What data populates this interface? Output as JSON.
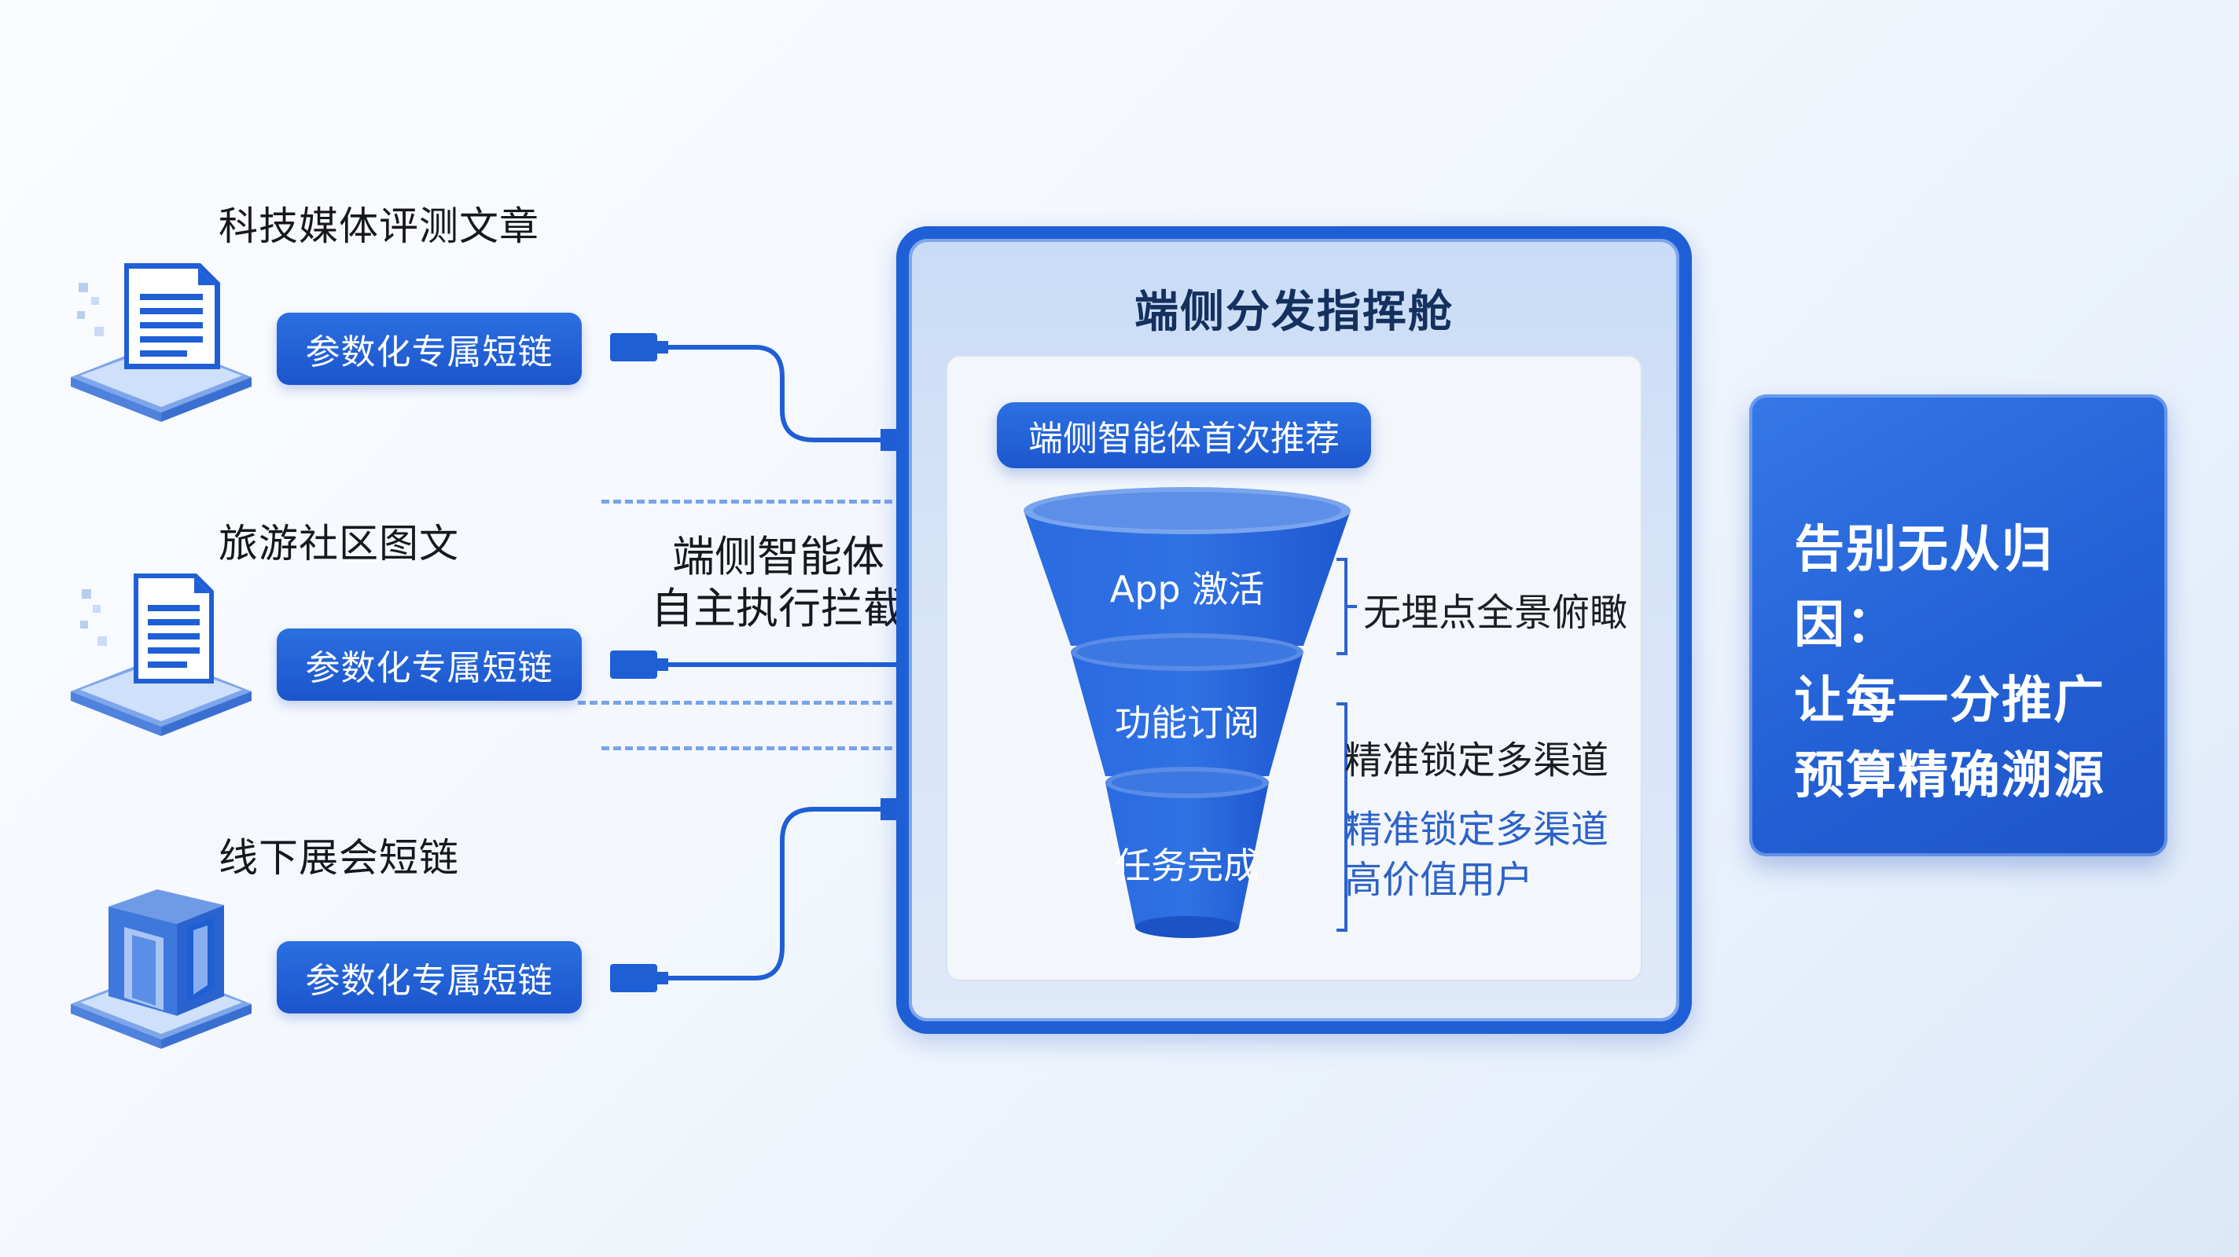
{
  "sources": [
    {
      "label": "科技媒体评测文章",
      "button": "参数化专属短链",
      "icon": "document-icon"
    },
    {
      "label": "旅游社区图文",
      "button": "参数化专属短链",
      "icon": "document-icon"
    },
    {
      "label": "线下展会短链",
      "button": "参数化专属短链",
      "icon": "booth-icon"
    }
  ],
  "intercept": {
    "line1": "端侧智能体",
    "line2": "自主执行拦截"
  },
  "panel": {
    "title": "端侧分发指挥舱",
    "top_pill": "端侧智能体首次推荐",
    "funnel": [
      "App 激活",
      "功能订阅",
      "任务完成"
    ],
    "bracket_top": "无埋点全景俯瞰",
    "bracket_bottom_line1": "精准锁定多渠道",
    "bracket_bottom_line2": "精准锁定多渠道",
    "bracket_bottom_line3": "高价值用户"
  },
  "result": {
    "line1": "告别无从归因：",
    "line2": "让每一分推广",
    "line3": "预算精确溯源"
  },
  "colors": {
    "accent": "#1f5fd6",
    "accent_light": "#3578e6",
    "text": "#16181d"
  }
}
